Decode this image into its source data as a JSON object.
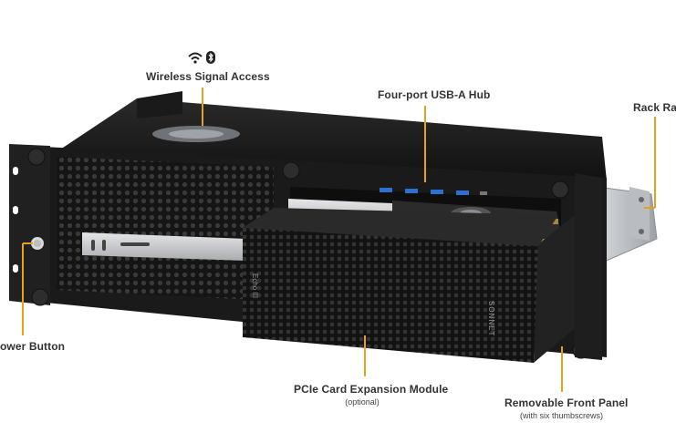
{
  "callouts": {
    "wireless": {
      "label": "Wireless Signal Access",
      "icons": [
        "wifi-icon",
        "bluetooth-icon"
      ]
    },
    "usb_hub": {
      "label": "Four-port USB-A Hub"
    },
    "rack_rail": {
      "label": "Rack Rail"
    },
    "power_button": {
      "label": "ower Button"
    },
    "pcie_module": {
      "label": "PCIe Card Expansion Module",
      "sublabel": "(optional)"
    },
    "front_panel": {
      "label": "Removable Front Panel",
      "sublabel": "(with six thumbscrews)"
    }
  },
  "device_text": {
    "module_brand": "SONNET",
    "module_model": "Echo III"
  },
  "colors": {
    "accent_line": "#e8a21a",
    "chassis": "#1c1c1c",
    "background": "#ffffff"
  }
}
